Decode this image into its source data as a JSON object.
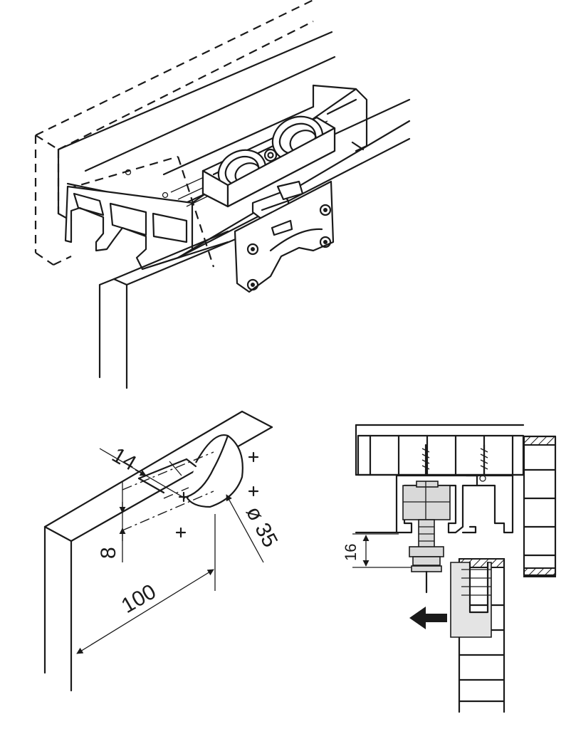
{
  "dimensions": {
    "groove_depth": "14",
    "offset_top": "8",
    "distance": "100",
    "hole_diameter": "ø 35",
    "adjust_height": "16"
  },
  "colors": {
    "line": "#1a1a1a",
    "shade": "#d9d9d9",
    "background": "#ffffff"
  },
  "icons": {
    "direction_arrow": "arrow-left-icon",
    "hatch": "hatch-pattern"
  }
}
